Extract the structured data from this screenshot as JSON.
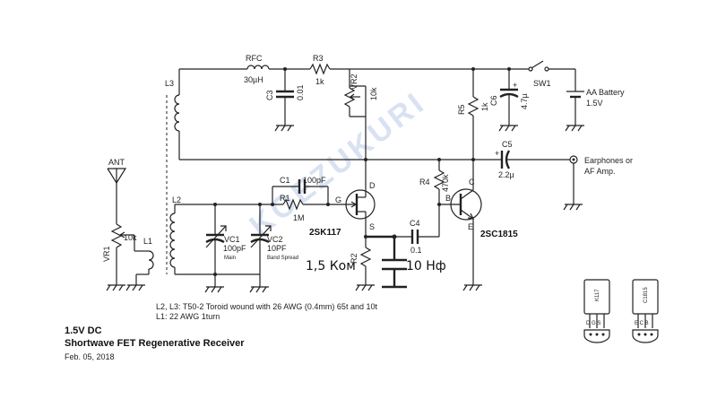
{
  "labels": {
    "rfc": "RFC",
    "rfc_val": "30µH",
    "r3": "R3",
    "r3_val": "1k",
    "vr2": "VR2",
    "vr2_val": "10k",
    "c3": "C3",
    "c3_val": "0.01",
    "c6": "C6",
    "c6_val": "4.7µ",
    "sw1": "SW1",
    "battery": "AA Battery",
    "battery_val": "1.5V",
    "l3": "L3",
    "r5": "R5",
    "r5_val": "1k",
    "c5": "C5",
    "c5_val": "2.2µ",
    "earphones_1": "Earphones or",
    "earphones_2": "AF Amp.",
    "ant": "ANT",
    "c1": "C1",
    "c1_val": "100pF",
    "r1": "R1",
    "r1_val": "1M",
    "l2": "L2",
    "r4": "R4",
    "r4_val": "470k",
    "d": "D",
    "g": "G",
    "s": "S",
    "c": "C",
    "b": "B",
    "e": "E",
    "vr1": "VR1",
    "vr1_val": "10k",
    "l1": "L1",
    "vc1": "VC1",
    "vc1_val": "100pF",
    "vc1_note": "Main",
    "vc2": "VC2",
    "vc2_val": "10PF",
    "vc2_note": "Band Spread",
    "fet": "2SK117",
    "bjt": "2SC1815",
    "c4": "C4",
    "c4_val": "0.1",
    "r2": "R2",
    "hand_r2": "1,5 Ком",
    "hand_c": "10 Нф",
    "pkg1_name": "K117",
    "pkg1_pins": "D G S",
    "pkg2_name": "C1815",
    "pkg2_pins": "E C B",
    "watermark": "KOEZUKURI"
  },
  "notes": {
    "line1": "L2, L3: T50-2 Toroid wound with 26 AWG (0.4mm) 65t and 10t",
    "line2": "L1: 22 AWG 1turn"
  },
  "footer": {
    "voltage": "1.5V DC",
    "title": "Shortwave FET Regenerative Receiver",
    "date": "Feb. 05, 2018"
  },
  "colors": {
    "ink": "#222222",
    "watermark": "#d9e2f3"
  }
}
